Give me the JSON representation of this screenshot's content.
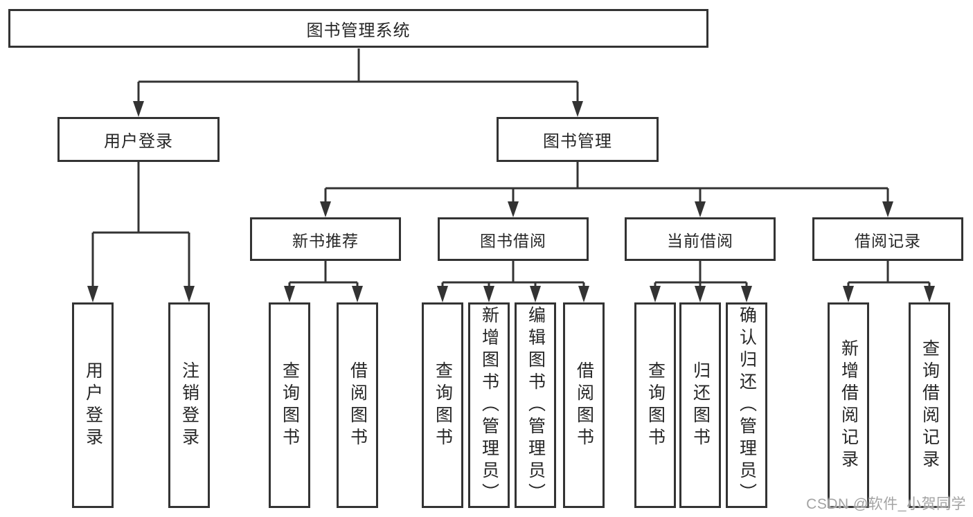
{
  "tree": {
    "root": "图书管理系统",
    "branches": [
      {
        "label": "用户登录",
        "children": [
          "用户登录",
          "注销登录"
        ]
      },
      {
        "label": "图书管理",
        "sections": [
          {
            "label": "新书推荐",
            "children": [
              "查询图书",
              "借阅图书"
            ]
          },
          {
            "label": "图书借阅",
            "children": [
              "查询图书",
              "新增图书（管理员）",
              "编辑图书（管理员）",
              "借阅图书"
            ]
          },
          {
            "label": "当前借阅",
            "children": [
              "查询图书",
              "归还图书",
              "确认归还（管理员）"
            ]
          },
          {
            "label": "借阅记录",
            "children": [
              "新增借阅记录",
              "查询借阅记录"
            ]
          }
        ]
      }
    ]
  },
  "watermark": "CSDN @软件_小贺同学",
  "colors": {
    "line": "#333333",
    "box_border": "#333333",
    "box_fill": "#ffffff",
    "text": "#262626",
    "background": "#ffffff",
    "watermark_text": "#969696"
  }
}
